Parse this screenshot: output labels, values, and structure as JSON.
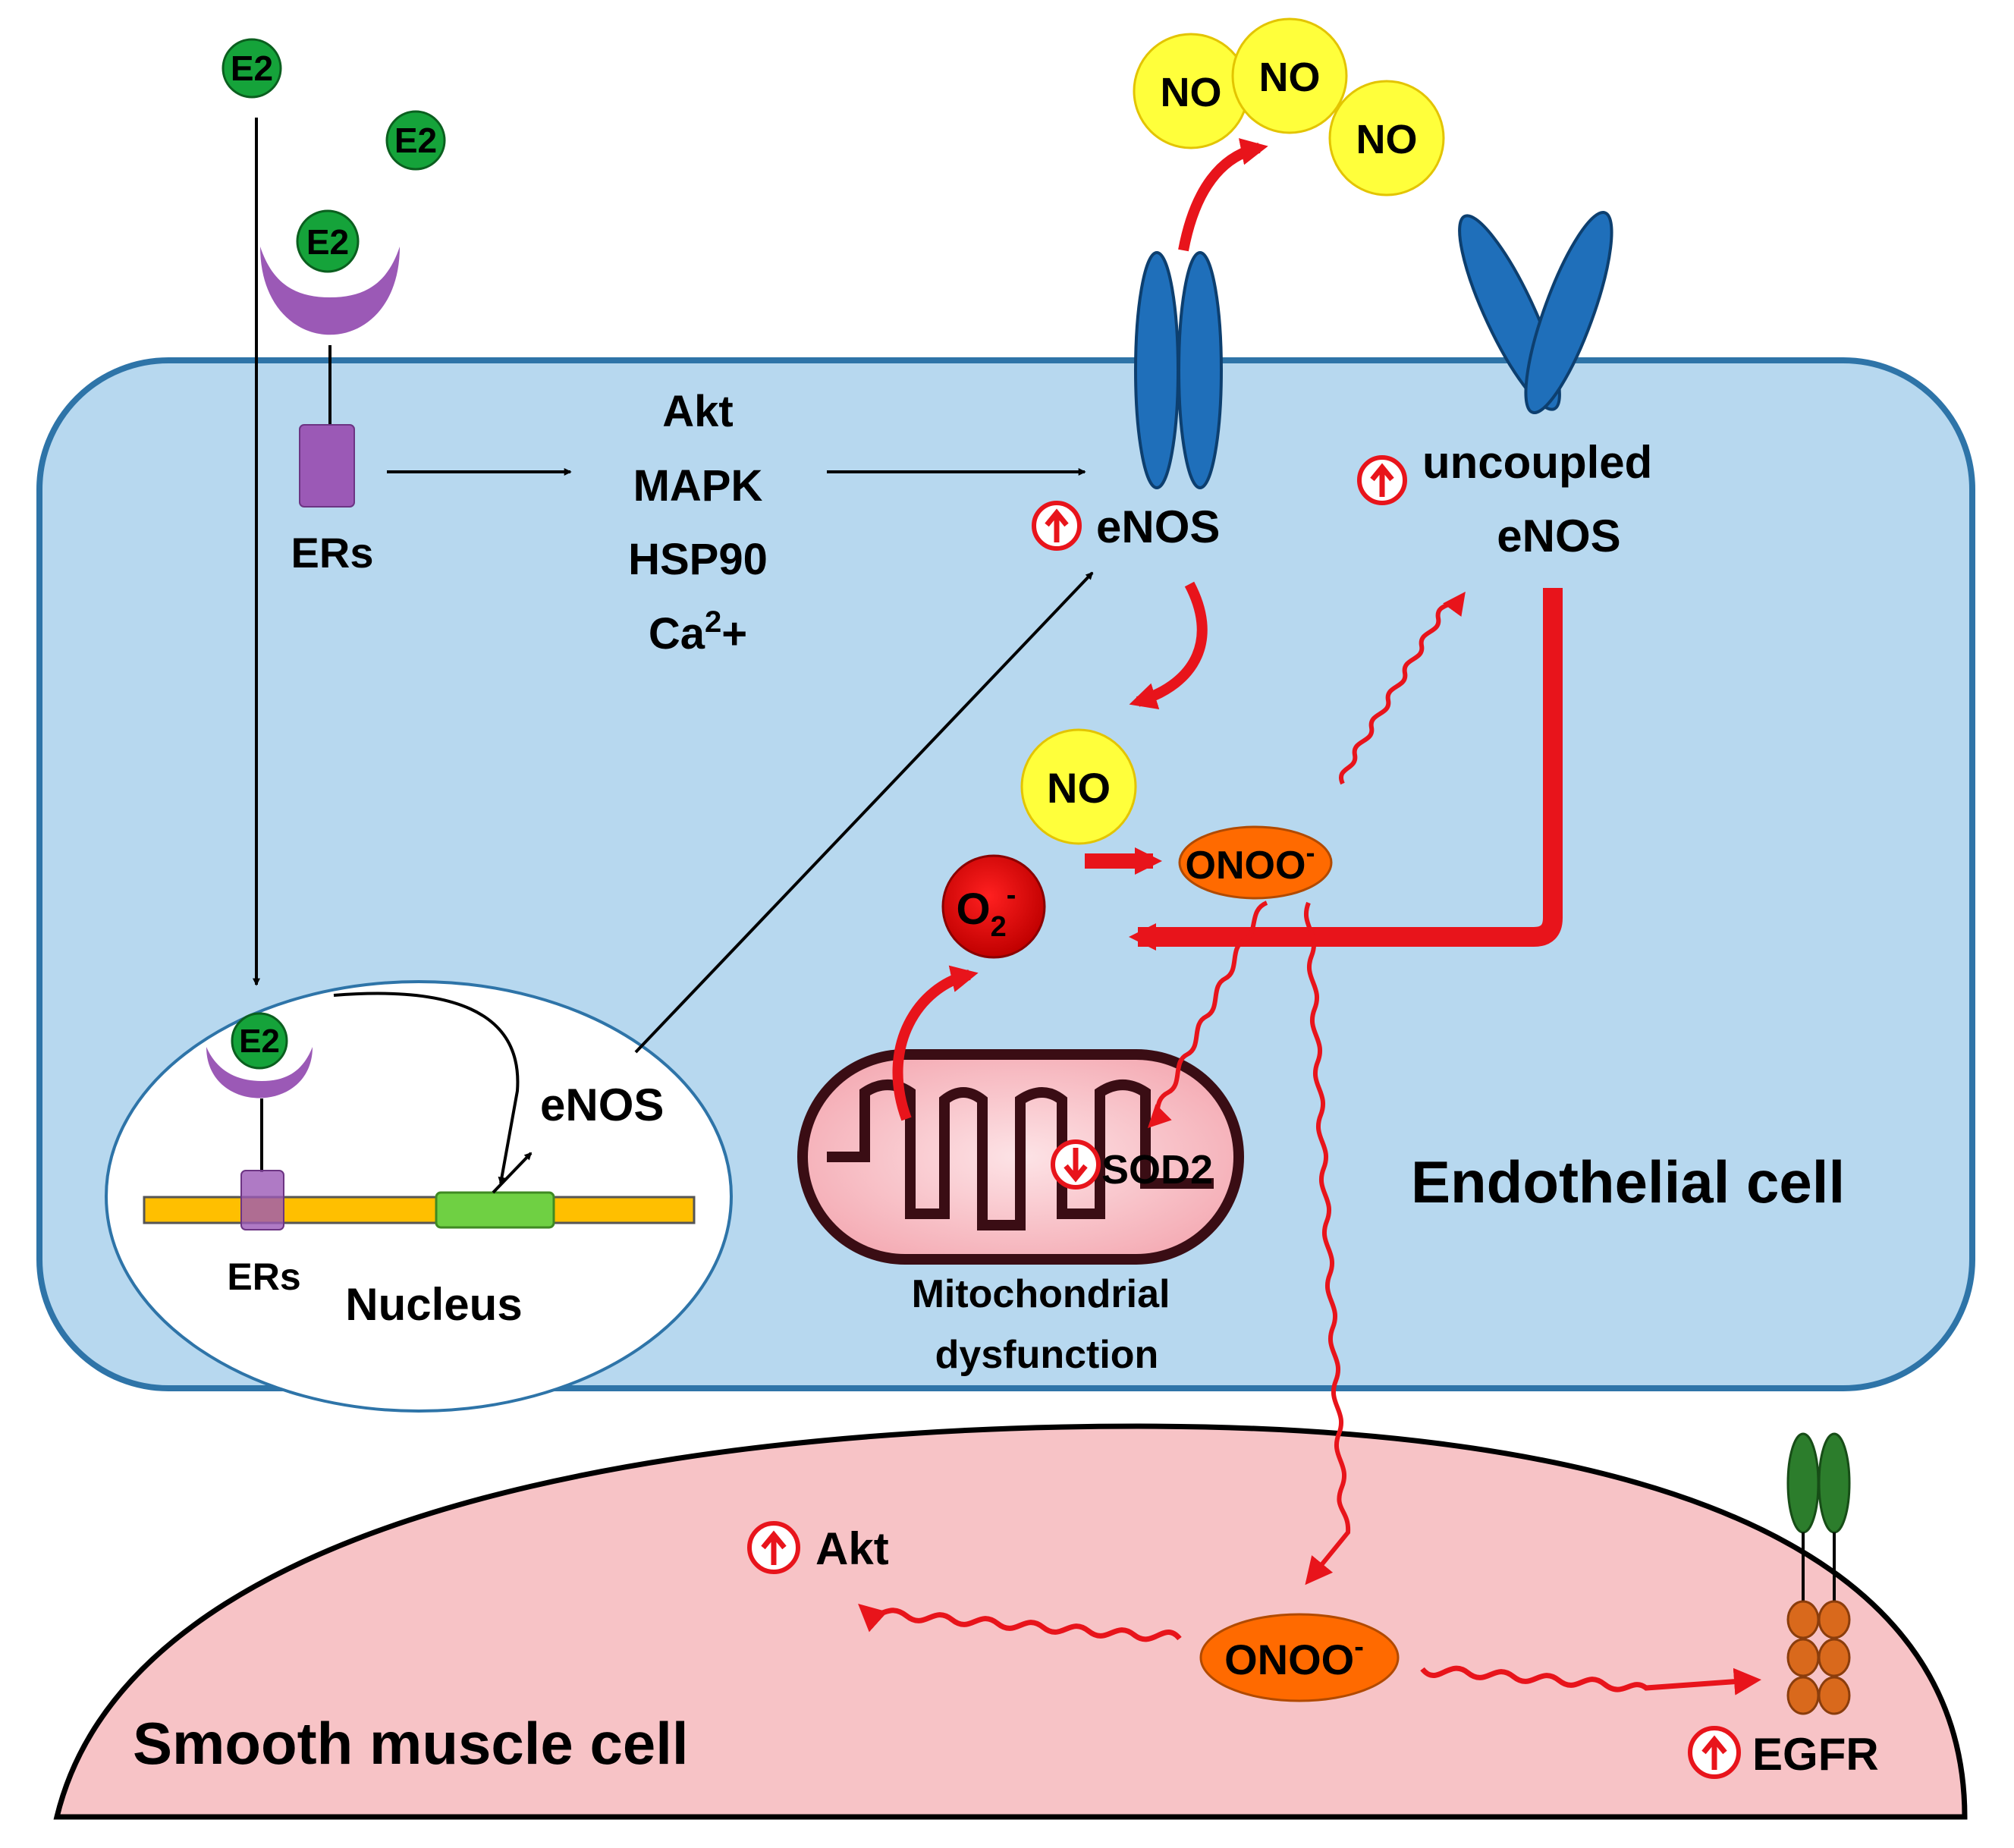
{
  "colors": {
    "endothelial_fill": "#b7d8ef",
    "endothelial_stroke": "#2e74a8",
    "smooth_muscle_fill": "#f7c3c6",
    "estrogen_green": "#15a33a",
    "receptor_purple": "#9b59b6",
    "enos_blue": "#1f6fba",
    "no_yellow": "#ffff3b",
    "onoo_orange": "#ff6a00",
    "superoxide_red": "#e10000",
    "arrow_red": "#e8141b",
    "dna_yellow": "#ffbf00",
    "gene_green": "#6fd043",
    "egfr_green": "#2c7d2c",
    "egfr_orange": "#d9691c"
  },
  "ligands": {
    "e2": "E2"
  },
  "labels": {
    "ers_membrane": "ERs",
    "ers_nuclear": "ERs",
    "nucleus": "Nucleus",
    "enos_gene": "eNOS",
    "signaling": [
      "Akt",
      "MAPK",
      "HSP90"
    ],
    "calcium_base": "Ca",
    "calcium_sup": "2",
    "calcium_plus": "+",
    "enos_coupled": "eNOS",
    "uncoupled_line1": "uncoupled",
    "uncoupled_line2": "eNOS",
    "no": "NO",
    "onoo": "ONOO",
    "minus": "-",
    "superoxide_base": "O",
    "superoxide_sub": "2",
    "sod2": "SOD2",
    "mito_line1": "Mitochondrial",
    "mito_line2": "dysfunction",
    "endothelial_cell": "Endothelial cell",
    "smooth_muscle_cell": "Smooth muscle cell",
    "akt_smc": "Akt",
    "egfr": "EGFR"
  },
  "icons": {
    "increase": "up-arrow-circle-icon",
    "decrease": "down-arrow-circle-icon"
  }
}
